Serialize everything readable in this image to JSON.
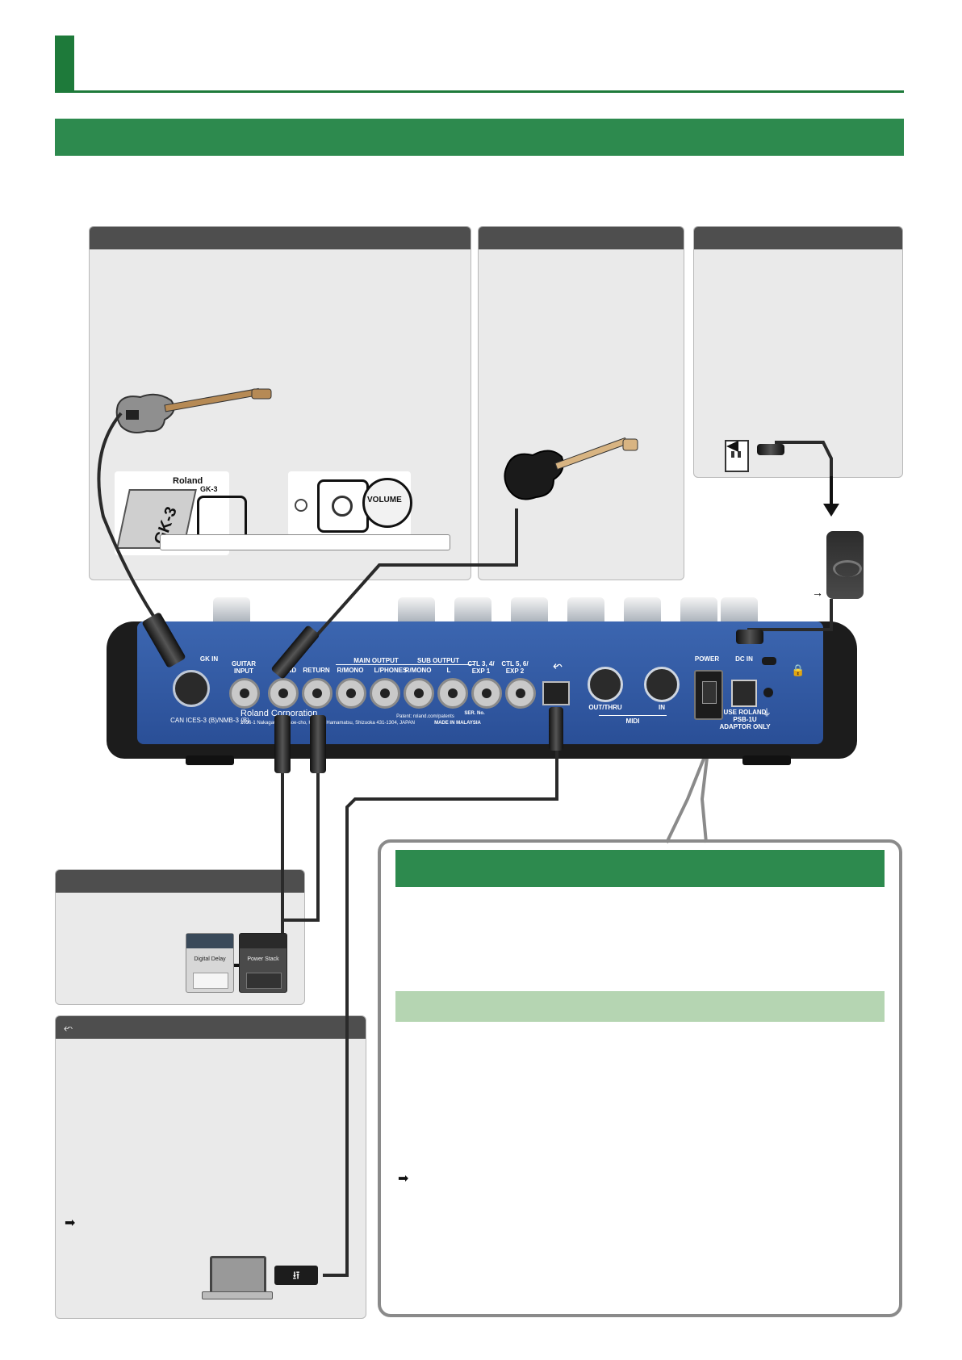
{
  "header": {
    "title": "",
    "section_title": ""
  },
  "panels": {
    "gk_pickup": {
      "heading": ""
    },
    "guitar_input": {
      "heading": ""
    },
    "ac_adaptor": {
      "heading": ""
    },
    "send_return": {
      "heading": ""
    },
    "usb": {
      "heading": "⬿"
    },
    "power_info": {
      "green_heading": "",
      "sub_heading": ""
    }
  },
  "callout_arrows": {
    "usb_note": "➡",
    "power_note": "➡"
  },
  "gk3_detail": {
    "brand": "Roland",
    "model": "GK-3",
    "knob_label": "VOLUME",
    "unit_model": "GK-3"
  },
  "device": {
    "labels": {
      "gk_in": "GK IN",
      "guitar_input": "GUITAR\nINPUT",
      "send": "SEND",
      "return": "RETURN",
      "main_output": "MAIN OUTPUT",
      "main_r_mono": "R/MONO",
      "main_l_phones": "L/PHONES",
      "sub_output": "SUB OUTPUT",
      "sub_r_mono": "R/MONO",
      "sub_l": "L",
      "ctl_3_4": "CTL 3, 4/\nEXP 1",
      "ctl_5_6": "CTL 5, 6/\nEXP 2",
      "usb_symbol": "⬿",
      "midi_out_thru": "OUT/THRU",
      "midi_in": "IN",
      "midi": "MIDI",
      "power": "POWER",
      "dc_in": "DC IN",
      "adaptor_note": "USE ROLAND\nPSB-1U\nADAPTOR ONLY",
      "ser_no": "SER. No.",
      "made_in": "MADE IN MALAYSIA",
      "patent": "Patent: roland.com/patents",
      "can_ices": "CAN ICES-3 (B)/NMB-3 (B)",
      "corporation": "Roland Corporation",
      "address": "2036-1 Nakagawa, Hosoe-cho, Kita-ku, Hamamatsu, Shizuoka 431-1304, JAPAN"
    }
  },
  "pedals": {
    "delay_name": "Digital Delay",
    "stack_name": "Power Stack"
  },
  "colors": {
    "title_green": "#1e7a3a",
    "section_green": "#2d8a4e",
    "light_green": "#b5d5b2",
    "panel_gray": "#eaeaea",
    "panel_head": "#4e4e4e",
    "device_blue": "#2f5aa6"
  }
}
